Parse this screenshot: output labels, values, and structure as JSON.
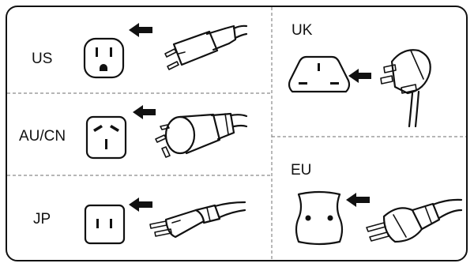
{
  "panels": {
    "us": {
      "label": "US"
    },
    "au_cn": {
      "label": "AU/CN"
    },
    "jp": {
      "label": "JP"
    },
    "uk": {
      "label": "UK"
    },
    "eu": {
      "label": "EU"
    }
  },
  "icons": {
    "arrow": "left-arrow-icon",
    "outlet": "outlet-icon",
    "plug": "power-plug-icon"
  },
  "colors": {
    "ink": "#111111",
    "divider": "#8a8a8a",
    "background": "#ffffff"
  }
}
